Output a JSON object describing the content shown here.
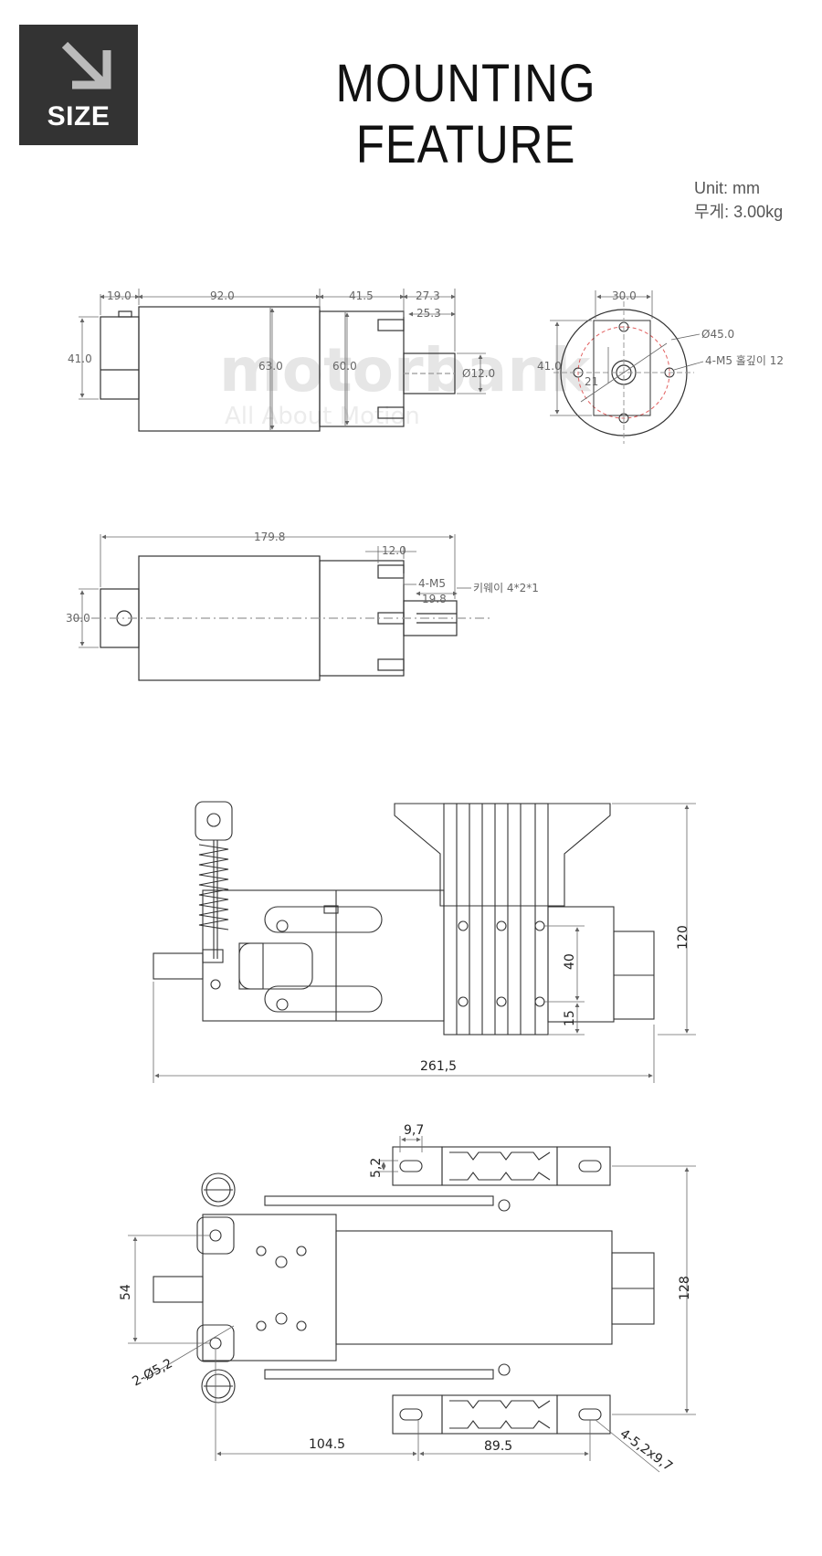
{
  "header": {
    "badge_label": "SIZE",
    "title": "MOUNTING FEATURE",
    "unit": "Unit: mm",
    "weight": "무게: 3.00kg"
  },
  "watermark": {
    "brand": "motorbank",
    "tagline": "All About Motion"
  },
  "view_side": {
    "d_19": "19.0",
    "d_92": "92.0",
    "d_41_5": "41.5",
    "d_27_3": "27.3",
    "d_25_3": "25.3",
    "d_41": "41.0",
    "d_63": "63.0",
    "d_60": "60.0",
    "d_shaft": "Ø12.0"
  },
  "view_front": {
    "d_30": "30.0",
    "d_pcd": "Ø45.0",
    "d_holes": "4-M5 홀깊이 12",
    "d_41": "41.0",
    "d_21": "21"
  },
  "view_top": {
    "d_179_8": "179.8",
    "d_12": "12.0",
    "d_m5": "4-M5",
    "d_19_8": "19.8",
    "d_key": "키웨이 4*2*1",
    "d_30": "30.0"
  },
  "view_assembly_side": {
    "d_120": "120",
    "d_40": "40",
    "d_15": "15",
    "d_261_5": "261,5"
  },
  "view_assembly_top": {
    "d_9_7": "9,7",
    "d_5_2": "5,2",
    "d_128": "128",
    "d_54": "54",
    "d_holes_small": "2-Ø5,2",
    "d_104_5": "104.5",
    "d_89_5": "89.5",
    "d_slots": "4-5,2x9,7"
  }
}
